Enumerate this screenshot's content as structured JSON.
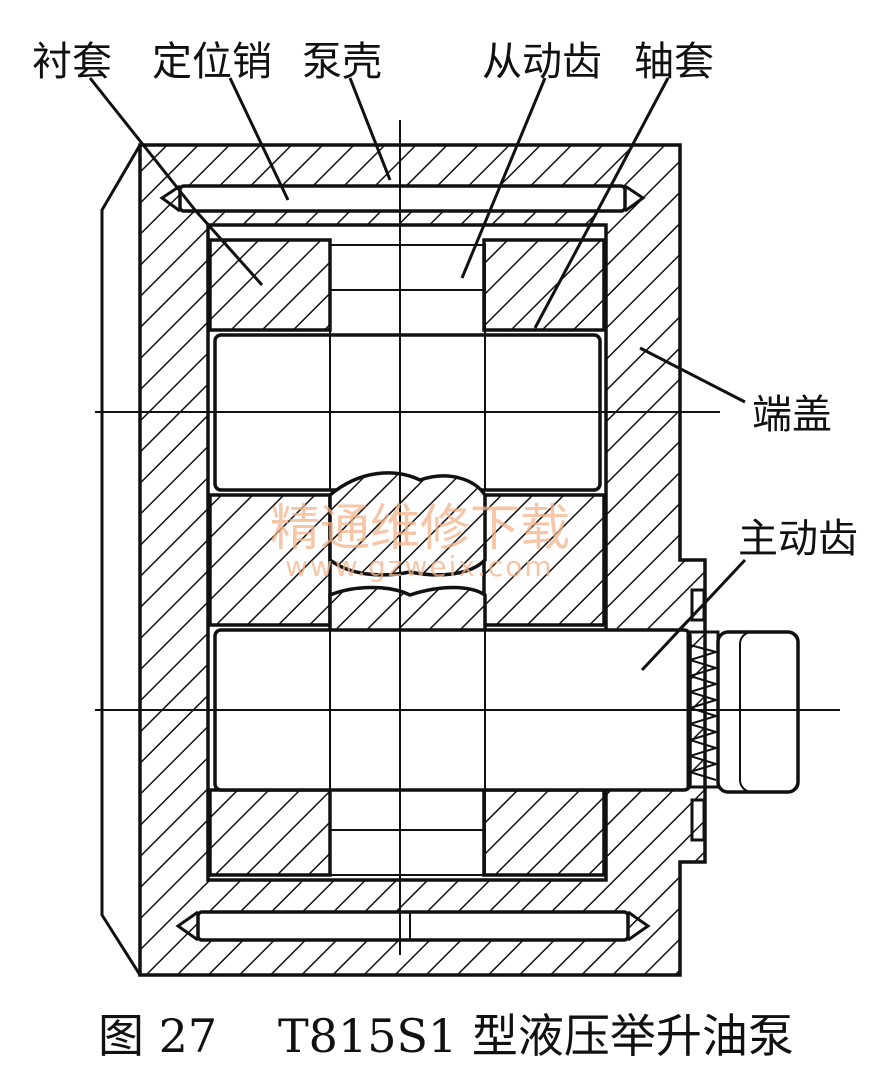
{
  "labels": {
    "bushing": "衬套",
    "locating_pin": "定位销",
    "pump_housing": "泵壳",
    "driven_gear": "从动齿",
    "shaft_sleeve": "轴套",
    "end_cover": "端盖",
    "driving_gear": "主动齿"
  },
  "caption": {
    "figure_number": "图 27",
    "title": "T815S1 型液压举升油泵"
  },
  "watermark": {
    "text": "精通维修下载",
    "url": "www.gzweix.com"
  }
}
